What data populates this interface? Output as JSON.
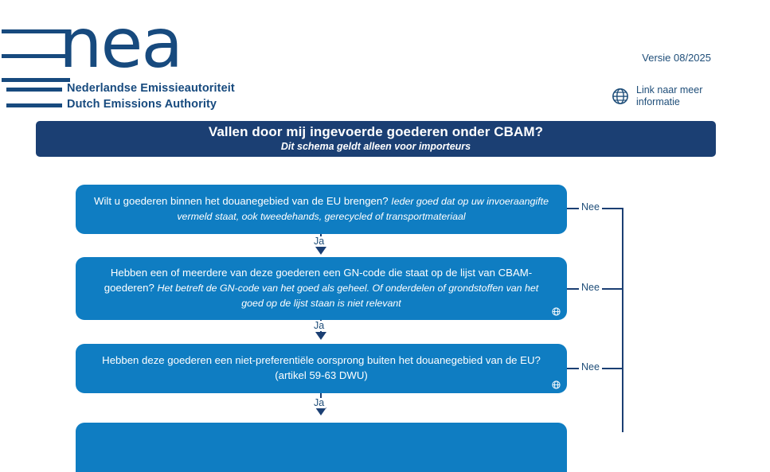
{
  "header": {
    "logo": {
      "wordmark": "nea",
      "name_nl": "Nederlandse Emissieautoriteit",
      "name_en": "Dutch Emissions Authority",
      "icon": "nea-logo-bars"
    },
    "version": "Versie 08/2025",
    "more_info": {
      "icon": "globe-icon",
      "label": "Link naar meer\ninformatie"
    }
  },
  "banner": {
    "title": "Vallen door mij ingevoerde goederen onder CBAM?",
    "subtitle": "Dit schema geldt alleen voor importeurs",
    "background": "#1b3f73",
    "text_color": "#ffffff"
  },
  "flow": {
    "node_color": "#0f7dc2",
    "connector_color": "#1b3f73",
    "yes_label": "Ja",
    "no_label": "Nee",
    "nodes": [
      {
        "id": "node1",
        "question": "Wilt u goederen binnen het douanegebied van de EU brengen?",
        "note": "Ieder goed dat op uw invoeraangifte vermeld staat, ook tweedehands, gerecycled of transportmateriaal",
        "has_globe": false
      },
      {
        "id": "node2",
        "question": "Hebben een of meerdere van deze goederen een GN-code die staat op de lijst van CBAM-goederen?",
        "note": "Het betreft de GN-code van het goed als geheel. Of onderdelen of grondstoffen van het goed op de lijst staan is niet relevant",
        "has_globe": true,
        "globe_icon": "globe-icon"
      },
      {
        "id": "node3",
        "question": "Hebben deze goederen een niet-preferentiële oorsprong buiten het douanegebied van de EU? (artikel 59-63 DWU)",
        "note": "",
        "has_globe": true,
        "globe_icon": "globe-icon"
      },
      {
        "id": "node4",
        "question": "",
        "note": "",
        "has_globe": false
      }
    ]
  }
}
